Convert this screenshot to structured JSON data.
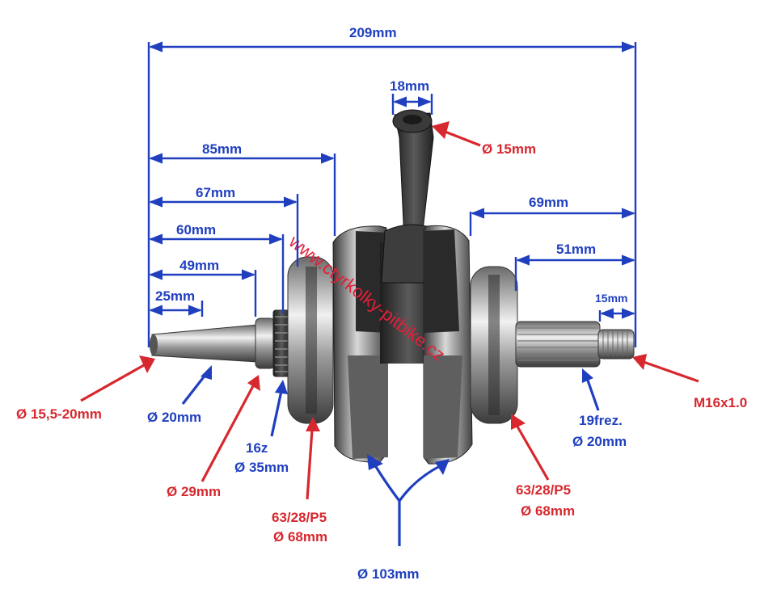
{
  "colors": {
    "dimension_blue": "#1f3fbf",
    "callout_red": "#d6282e",
    "watermark": "#e0203a"
  },
  "watermark": "www.ctyrkolky-pitbike.cz",
  "dimensions": {
    "total": "209mm",
    "rod_width": "18mm",
    "d85": "85mm",
    "d67": "67mm",
    "d60": "60mm",
    "d49": "49mm",
    "d25": "25mm",
    "d69": "69mm",
    "d51": "51mm",
    "d15": "15mm"
  },
  "callouts": {
    "pin": "Ø 15mm",
    "taper": "Ø 15,5-20mm",
    "shaft_left": "Ø 20mm",
    "collar": "Ø 29mm",
    "gear_1": "16z",
    "gear_2": "Ø 35mm",
    "bearing_left_1": "63/28/P5",
    "bearing_left_2": "Ø 68mm",
    "flywheel": "Ø 103mm",
    "bearing_right_1": "63/28/P5",
    "bearing_right_2": "Ø 68mm",
    "spline_1": "19frez.",
    "spline_2": "Ø 20mm",
    "thread": "M16x1.0"
  }
}
